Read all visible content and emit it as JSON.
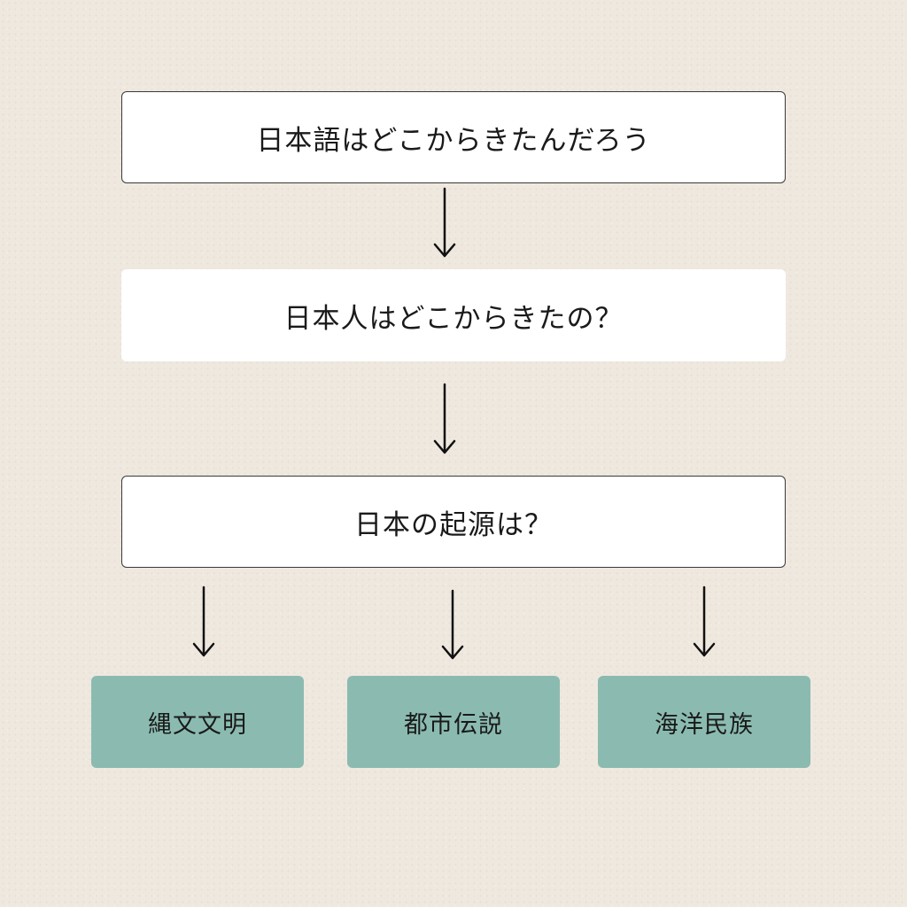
{
  "nodes": {
    "question_language": "日本語はどこからきたんだろう",
    "question_people": "日本人はどこからきたの？",
    "question_origin": "日本の起源は？"
  },
  "branches": [
    {
      "label": "縄文文明"
    },
    {
      "label": "都市伝説"
    },
    {
      "label": "海洋民族"
    }
  ],
  "colors": {
    "background": "#efe8df",
    "box_fill": "#ffffff",
    "box_border": "#3a3a3a",
    "branch_fill": "#8bbbb0",
    "arrow": "#111111"
  }
}
